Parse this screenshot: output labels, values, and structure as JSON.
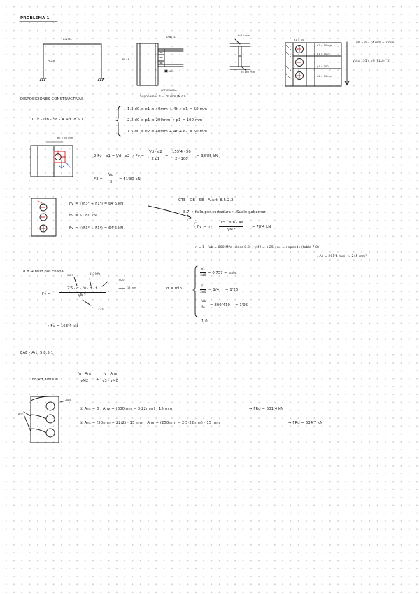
{
  "title": "PROBLEMA 1",
  "diagrams": {
    "frame": {
      "dintel": "DINTEL",
      "pilar": "PILAR"
    },
    "connection": {
      "dintel": "DINTEL",
      "pilar": "PILAR",
      "profile": "IPE-400",
      "articulada": "ARTICULADA"
    },
    "section": {
      "top": "t=15 mm",
      "bottom": "t=150 mm"
    },
    "bolts": {
      "e1_top": "e1 = 50 mm",
      "p1_a": "p1 = 100",
      "p1_b": "p1 = 100",
      "e1_bot": "e1 = 50 mm",
      "ed": "e1 = 50"
    },
    "load": {
      "d": "d0 = d = (4 mm + 2 mm)",
      "vd": "Vd = 155'4 kN (ELU n°3)"
    }
  },
  "section1": {
    "heading": "DISPOSICIONES CONSTRUCTIVAS",
    "suponemos": "Suponemos d = 20 mm (M20)",
    "ref": "CTE - DB - SE - A  Art. 8.5.1",
    "rows": [
      "1.2 d0 ≤ e1 ≤ 40mm + 4t → e1 = 50 mm",
      "2.2 d0 ≤ p1 ≤ 200mm → p1 = 100 mm",
      "1.5 d0 ≤ e2 ≤ 40mm + 4t → e2 = 50 mm"
    ],
    "e2_label": "e2 = 50 mm",
    "eq1_left": "2 Fv · p1 = Vd · e2  →  Fv =",
    "eq1_f1_num": "Vd · e2",
    "eq1_f1_den": "2 p1",
    "eq1_f2_num": "155'4 · 50",
    "eq1_f2_den": "2 · 100",
    "eq1_result": "= 38'85 kN",
    "eq2_left": "F3 =",
    "eq2_num": "Vd",
    "eq2_den": "3",
    "eq2_right": "= 51'80 kN"
  },
  "section2": {
    "fv1": "Fv = √(F3² + F1²) = 64'6 kN",
    "fv2": "Fv = 51'80 kN",
    "fv3": "Fv = √(F3² + F1²) = 64'6 kN",
    "ref": "CTE - DB - SE - A  Art. 8.5.2.2",
    "item": "8.7 → fallo por cortadura ← Suele gobernar",
    "eq_left": "Fv = n ·",
    "eq_num": "0'5 · fub · As",
    "eq_den": "γM2",
    "eq_right": "= 78'4 kN",
    "params": "n = 1 ;  fub = 800 MPa (clase 8.8) ;  γM2 = 1'25 ;  As = depende (tabla 7.8)",
    "as": "→  As = 201'4 mm² ≈ 245 mm²"
  },
  "section3": {
    "heading": "8.8 → fallo por chapa",
    "ann_a": "0'5'3",
    "ann_b": "410 MPa",
    "ann_c": "M20",
    "ann_d": "15 mm",
    "eq_lhs": "Fv =",
    "eq_num": "2'5 · α · fu · d · t",
    "eq_den": "γM2",
    "ann_e": "1'25",
    "result": "→  Fv = 163'4 kN",
    "alpha": "α = min",
    "c1": "= 0'757  ← este",
    "c1_num": "e1",
    "c1_den": "3d0",
    "c2": "= 1'26",
    "c2_num": "p1",
    "c2_den": "3d0",
    "c2_mid": "−  1/4",
    "c3": "= 1'95",
    "c3_num": "fub",
    "c3_den": "fu",
    "c3_mid": "=  800/410",
    "c4": "1.0"
  },
  "section4": {
    "heading": "EAE - Art. 5.8.5.1",
    "lhs": "Fb,Rd,alma =",
    "f1_num": "fu · Ant",
    "f1_den": "γM2",
    "plus": "+",
    "f2_num": "fy · Anv",
    "f2_den": "√3 · γM0",
    "label_ant": "Ant",
    "label_anv": "Anv",
    "case1": "① Ant = 0  ;  Anv = (300mm − 3·22mm) · 15 mm",
    "case1_res": "→  FRd = 531'4 kN",
    "case2": "② Ant = (50mm − 22/2) · 15 mm  ;  Anv = (250mm − 2'5·22mm) · 15 mm",
    "case2_res": "→  FRd = 634'7 kN"
  }
}
